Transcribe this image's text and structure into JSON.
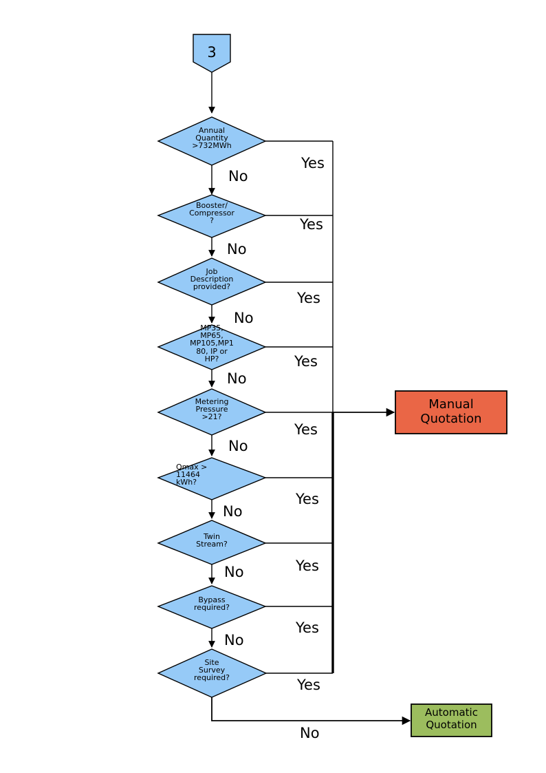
{
  "diagram": {
    "type": "flowchart",
    "title": "",
    "colors": {
      "decision_fill": "#96CAF7",
      "decision_stroke": "#000000",
      "start_fill": "#96CAF7",
      "manual_fill": "#EA6646",
      "automatic_fill": "#9CBD5E",
      "line": "#000000",
      "background": "#FFFFFF"
    },
    "start": {
      "label": "3",
      "shape": "pentagon-connector"
    },
    "decisions": [
      {
        "id": "annual-quantity",
        "lines": [
          "Annual",
          "Quantity",
          ">732MWh"
        ],
        "yes": "Yes",
        "no": "No"
      },
      {
        "id": "booster",
        "lines": [
          "Booster/",
          "Compressor",
          "?"
        ],
        "yes": "Yes",
        "no": "No"
      },
      {
        "id": "job-description",
        "lines": [
          "Job",
          "Description",
          "provided?"
        ],
        "yes": "Yes",
        "no": "No"
      },
      {
        "id": "mp-type",
        "lines": [
          "MP35,",
          "MP65,",
          "MP105,MP1",
          "80, IP or",
          "HP?"
        ],
        "yes": "Yes",
        "no": "No"
      },
      {
        "id": "metering-pressure",
        "lines": [
          "Metering",
          "Pressure",
          ">21?"
        ],
        "yes": "Yes",
        "no": "No"
      },
      {
        "id": "qmax",
        "lines": [
          "Qmax >",
          "11464",
          "kWh?"
        ],
        "yes": "Yes",
        "no": "No"
      },
      {
        "id": "twin-stream",
        "lines": [
          "Twin",
          "Stream?"
        ],
        "yes": "Yes",
        "no": "No"
      },
      {
        "id": "bypass",
        "lines": [
          "Bypass",
          "required?"
        ],
        "yes": "Yes",
        "no": "No"
      },
      {
        "id": "site-survey",
        "lines": [
          "Site",
          "Survey",
          "required?"
        ],
        "yes": "Yes",
        "no": "No"
      }
    ],
    "terminators": [
      {
        "id": "manual-quotation",
        "lines": [
          "Manual",
          "Quotation"
        ]
      },
      {
        "id": "automatic-quotation",
        "lines": [
          "Automatic",
          "Quotation"
        ]
      }
    ],
    "final_no_label": "No"
  }
}
